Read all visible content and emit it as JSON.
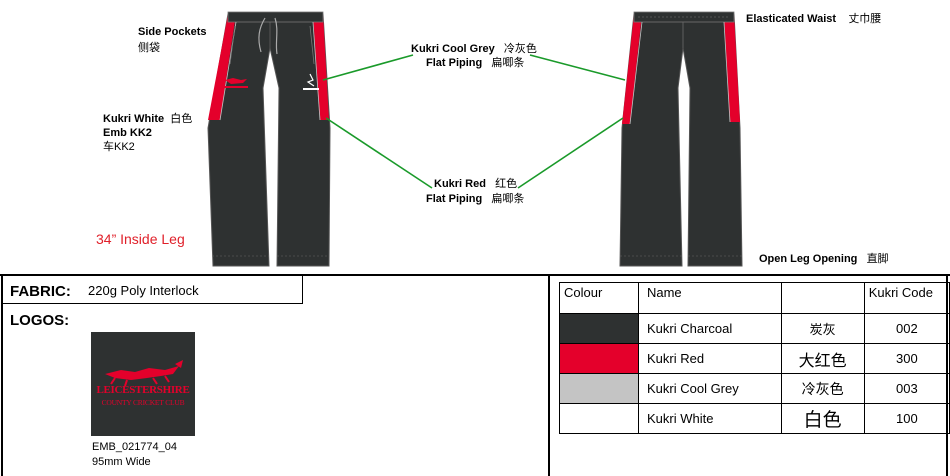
{
  "front": {
    "side_pockets": "Side Pockets",
    "side_pockets_cn": "侧袋",
    "kukri_white": "Kukri White",
    "kukri_white_cn": "白色",
    "emb": "Emb KK2",
    "emb_cn": "车KK2",
    "inside_leg": "34” Inside Leg"
  },
  "middle": {
    "cool_grey": "Kukri Cool Grey",
    "cool_grey_cn": "冷灰色",
    "flat_piping_1": "Flat Piping",
    "flat_piping_1_cn": "扁唧条",
    "kukri_red": "Kukri Red",
    "kukri_red_cn": "红色",
    "flat_piping_2": "Flat Piping",
    "flat_piping_2_cn": "扁唧条"
  },
  "back": {
    "elasticated_waist": "Elasticated Waist",
    "elasticated_waist_cn": "丈巾腰",
    "open_leg": "Open Leg Opening",
    "open_leg_cn": "直脚"
  },
  "fabric": {
    "title": "FABRIC:",
    "value": "220g Poly Interlock"
  },
  "logos": {
    "title": "LOGOS:",
    "logo_line1": "LEICESTERSHIRE",
    "logo_line2": "COUNTY CRICKET CLUB",
    "code": "EMB_021774_04",
    "size": "95mm Wide"
  },
  "colour_table": {
    "headers": {
      "colour": "Colour",
      "name": "Name",
      "blank": "",
      "code": "Kukri Code"
    },
    "rows": [
      {
        "swatch": "#2e3131",
        "name": "Kukri Charcoal",
        "cn": "炭灰",
        "code": "002"
      },
      {
        "swatch": "#e4002b",
        "name": "Kukri Red",
        "cn": "大红色",
        "code": "300"
      },
      {
        "swatch": "#c4c4c4",
        "name": "Kukri Cool Grey",
        "cn": "冷灰色",
        "code": "003"
      },
      {
        "swatch": "#ffffff",
        "name": "Kukri White",
        "cn": "白色",
        "code": "100"
      }
    ]
  },
  "colors": {
    "charcoal": "#2e3131",
    "red": "#e4002b",
    "line_green": "#1a9a2a"
  }
}
